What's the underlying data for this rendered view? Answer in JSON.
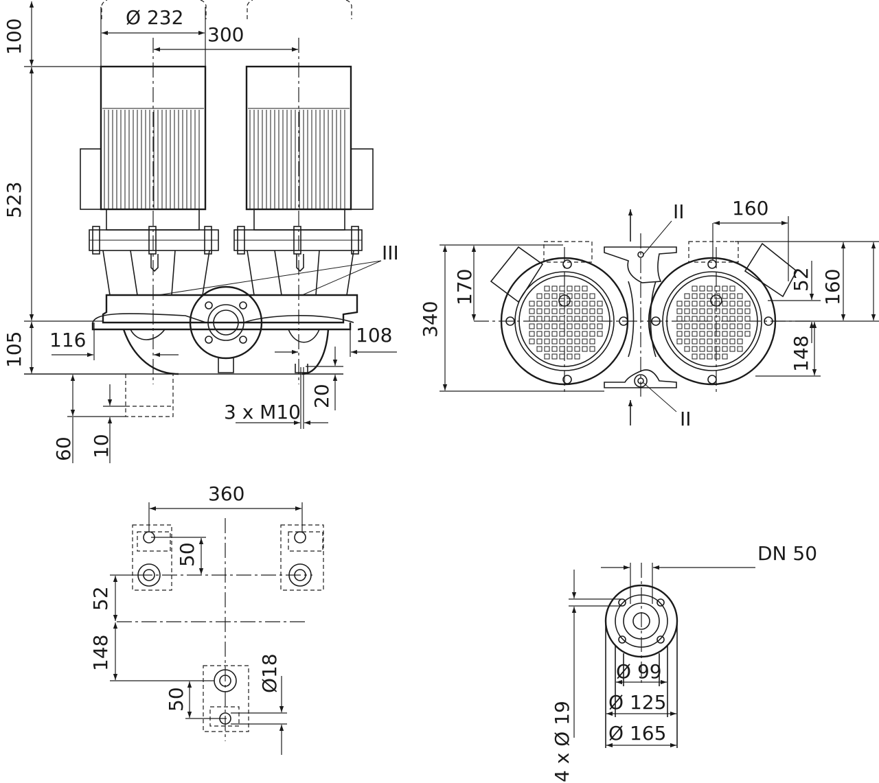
{
  "front_view": {
    "dims": {
      "d232": "Ø 232",
      "d300": "300",
      "d100": "100",
      "d523": "523",
      "d105": "105",
      "d116": "116",
      "d108": "108",
      "d3m10": "3 x M10",
      "d20": "20",
      "d60": "60",
      "d10": "10"
    },
    "marker": "III"
  },
  "top_view": {
    "dims": {
      "d160a": "160",
      "d340": "340",
      "d170": "170",
      "d52": "52",
      "d160b": "160",
      "d148": "148"
    },
    "marker_top": "II",
    "marker_bottom": "II"
  },
  "foundation_view": {
    "dims": {
      "d360": "360",
      "d50a": "50",
      "d52": "52",
      "d148": "148",
      "d50b": "50",
      "d18": "Ø18"
    }
  },
  "flange_view": {
    "dims": {
      "dn": "DN 50",
      "d99": "Ø 99",
      "d125": "Ø 125",
      "d165": "Ø 165",
      "holes": "4 x Ø 19"
    }
  }
}
